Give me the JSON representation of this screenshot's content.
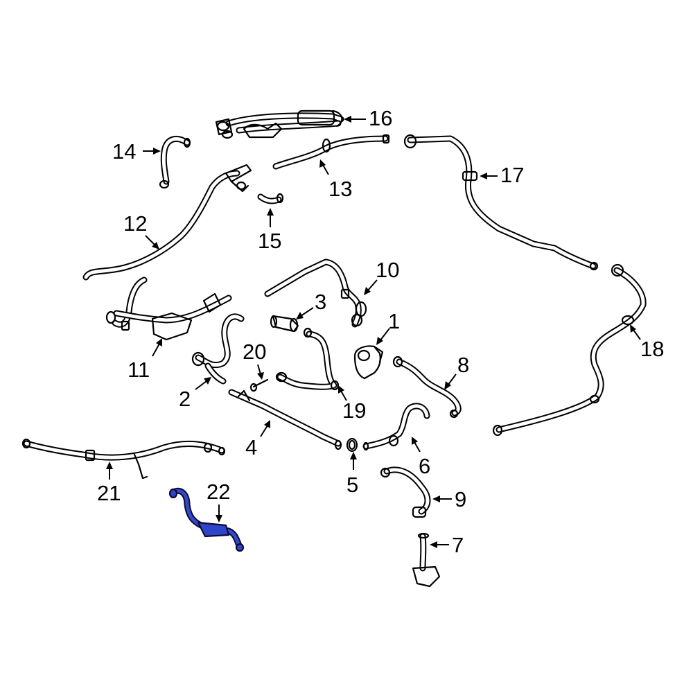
{
  "callouts": [
    {
      "id": "1",
      "label": "1"
    },
    {
      "id": "2",
      "label": "2"
    },
    {
      "id": "3",
      "label": "3"
    },
    {
      "id": "4",
      "label": "4"
    },
    {
      "id": "5",
      "label": "5"
    },
    {
      "id": "6",
      "label": "6"
    },
    {
      "id": "7",
      "label": "7"
    },
    {
      "id": "8",
      "label": "8"
    },
    {
      "id": "9",
      "label": "9"
    },
    {
      "id": "10",
      "label": "10"
    },
    {
      "id": "11",
      "label": "11"
    },
    {
      "id": "12",
      "label": "12"
    },
    {
      "id": "13",
      "label": "13"
    },
    {
      "id": "14",
      "label": "14"
    },
    {
      "id": "15",
      "label": "15"
    },
    {
      "id": "16",
      "label": "16"
    },
    {
      "id": "17",
      "label": "17"
    },
    {
      "id": "18",
      "label": "18"
    },
    {
      "id": "19",
      "label": "19"
    },
    {
      "id": "20",
      "label": "20"
    },
    {
      "id": "21",
      "label": "21"
    },
    {
      "id": "22",
      "label": "22"
    }
  ],
  "highlighted_part": "22",
  "colors": {
    "line": "#000000",
    "highlight_fill": "#2f45c9",
    "highlight_stroke": "#0a0a33",
    "background": "#ffffff"
  }
}
